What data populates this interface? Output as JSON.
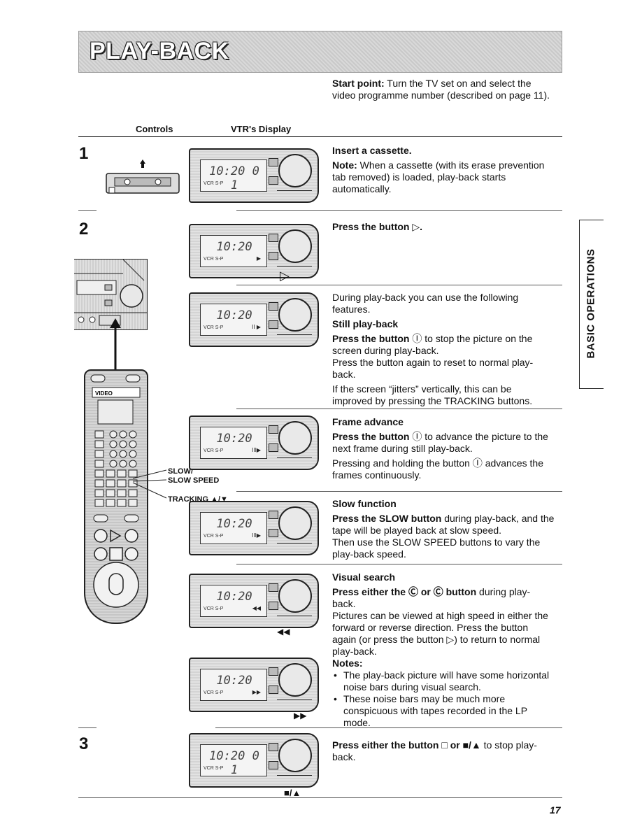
{
  "header": {
    "title": "PLAY-BACK"
  },
  "start_point": {
    "label": "Start point:",
    "text_line1": " Turn the TV set on and select the",
    "text_line2": "video programme number (described on page 11)."
  },
  "columns": {
    "controls": "Controls",
    "display": "VTR's Display"
  },
  "side_tab": "BASIC OPERATIONS",
  "steps": {
    "s1": "1",
    "s2": "2",
    "s3": "3"
  },
  "displays": {
    "d1": {
      "time": "10:20  0 1",
      "mode": ""
    },
    "d2": {
      "time": "10:20",
      "mode": "▶"
    },
    "d3": {
      "time": "10:20",
      "mode": "II ▶"
    },
    "d4": {
      "time": "10:20",
      "mode": "III▶"
    },
    "d5": {
      "time": "10:20",
      "mode": "III▶"
    },
    "d6": {
      "time": "10:20",
      "mode": "◀◀"
    },
    "d7": {
      "time": "10:20",
      "mode": "▶▶"
    },
    "d8": {
      "time": "10:20  0 1",
      "mode": ""
    }
  },
  "arrows": {
    "play": "▷",
    "rew": "◀◀",
    "ff": "▶▶",
    "stop_eject": "■/▲"
  },
  "remote_labels": {
    "slow": "SLOW/",
    "slow_speed": "SLOW SPEED",
    "tracking": "TRACKING ▲/▼"
  },
  "sections": {
    "insert": {
      "heading": "Insert a cassette.",
      "note_label": "Note:",
      "note_l1": " When a cassette (with its erase prevention",
      "note_l2": "tab removed) is loaded, play-back starts",
      "note_l3": "automatically."
    },
    "press_play": {
      "text": "Press the button ▷."
    },
    "still": {
      "intro_l1": "During play-back you can use the following",
      "intro_l2": "features.",
      "heading": "Still play-back",
      "l1_bold": "Press the button",
      "l1_rest": " Ⓘ to stop the picture on the",
      "l2": "screen during play-back.",
      "l3": "Press the button again to reset to normal play-",
      "l4": "back.",
      "l5": "If the screen “jitters” vertically, this can be",
      "l6": "improved by pressing the TRACKING buttons."
    },
    "frame": {
      "heading": "Frame advance",
      "l1_bold": "Press the button",
      "l1_rest": " Ⓘ to advance the picture to the",
      "l2": "next frame during still play-back.",
      "l3": "Pressing and holding the button Ⓘ advances the",
      "l4": "frames continuously."
    },
    "slow": {
      "heading": "Slow function",
      "l1_bold": "Press the SLOW button",
      "l1_rest": " during play-back, and the",
      "l2": "tape will be played back at slow speed.",
      "l3": "Then use the SLOW SPEED buttons to vary the",
      "l4": "play-back speed."
    },
    "visual": {
      "heading": "Visual search",
      "l1_bold": "Press either the Ⓒ or Ⓒ button",
      "l1_rest": " during play-",
      "l2": "back.",
      "l3": "Pictures can be viewed at high speed in either the",
      "l4": "forward or reverse direction. Press the button",
      "l5": "again (or press the button ▷) to return to normal",
      "l6": "play-back.",
      "notes_heading": "Notes:",
      "n1_l1": "The play-back picture will have some horizontal",
      "n1_l2": "noise bars during visual search.",
      "n2_l1": "These noise bars may be much more",
      "n2_l2": "conspicuous with tapes recorded in the LP",
      "n2_l3": "mode."
    },
    "stop": {
      "l1_bold": "Press either the button □ or ■/▲",
      "l1_rest": " to stop play-",
      "l2": "back."
    }
  },
  "page_number": "17"
}
